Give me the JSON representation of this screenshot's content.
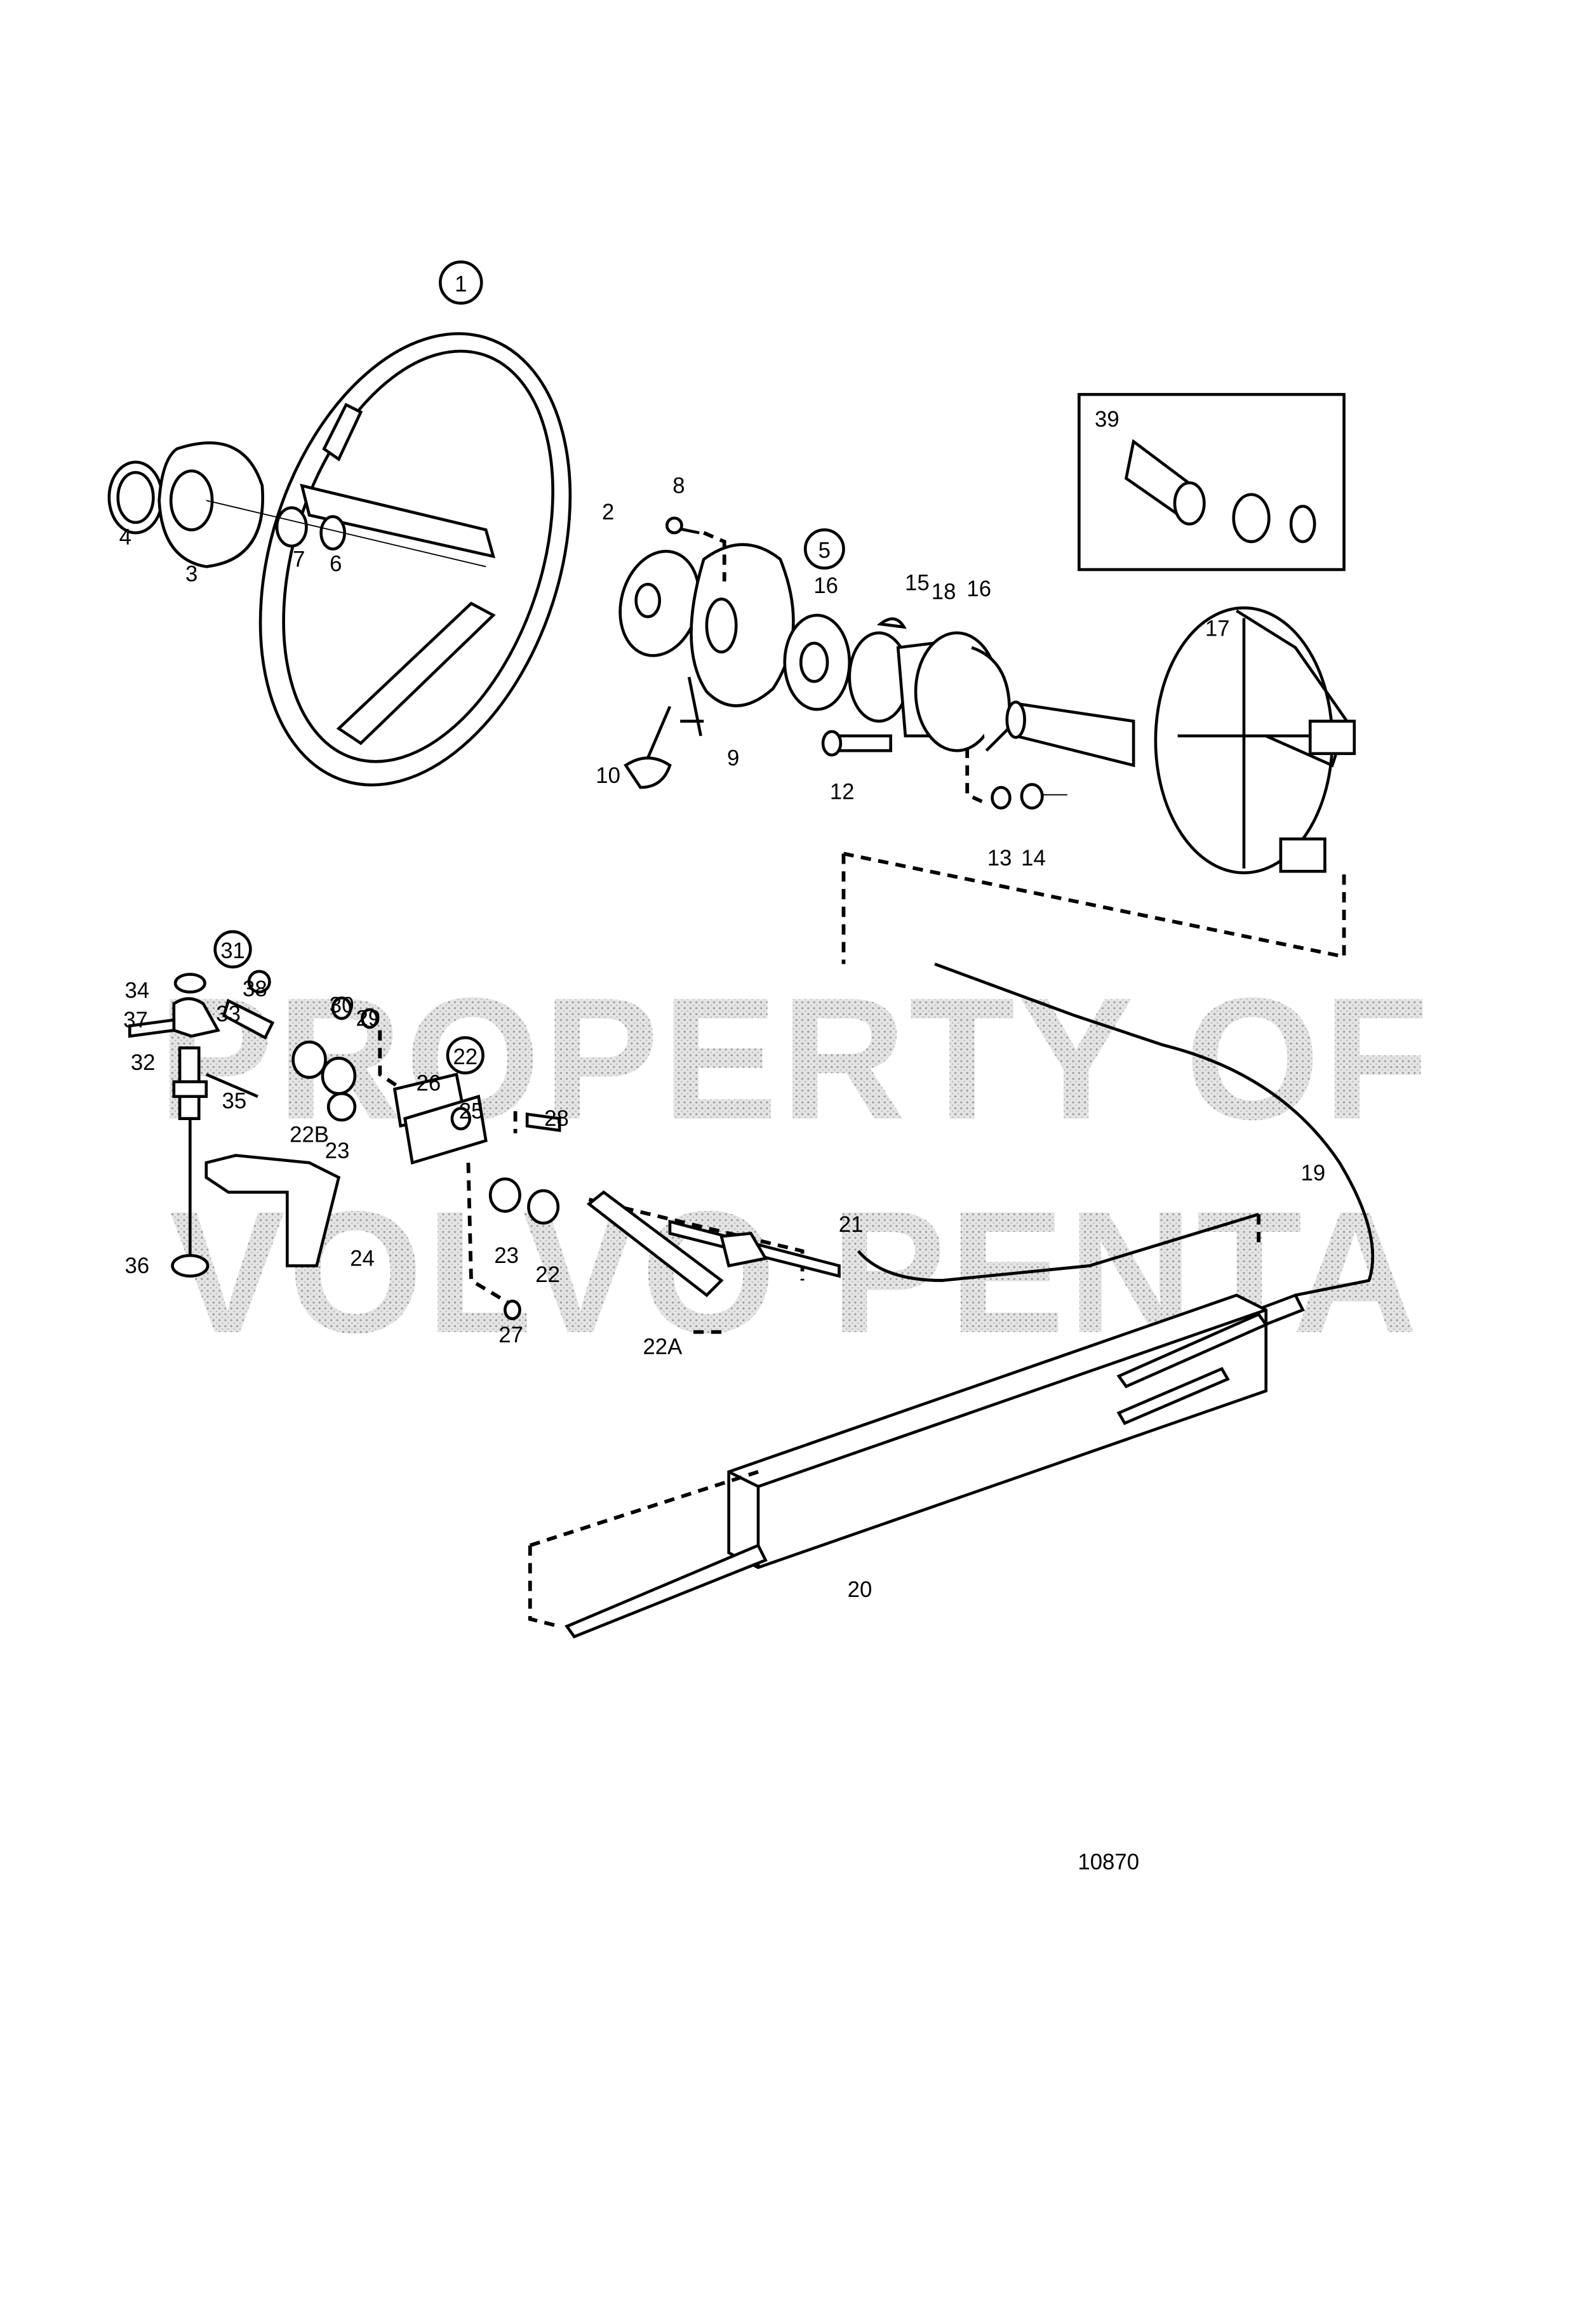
{
  "diagram": {
    "figure_number": "10870",
    "watermark": [
      "PROPERTY OF",
      "VOLVO PENTA"
    ],
    "callouts_circled": [
      "1",
      "5",
      "31",
      "22"
    ],
    "inset_label": "39",
    "labels": {
      "l4": "4",
      "l3": "3",
      "l7": "7",
      "l6": "6",
      "l2": "2",
      "l8": "8",
      "l16a": "16",
      "l15": "15",
      "l18": "18",
      "l16b": "16",
      "l17": "17",
      "l9": "9",
      "l10": "10",
      "l12": "12",
      "l13": "13",
      "l14": "14",
      "l34": "34",
      "l38": "38",
      "l37": "37",
      "l33": "33",
      "l30": "30",
      "l29": "29",
      "l32": "32",
      "l26": "26",
      "l25": "25",
      "l28": "28",
      "l35": "35",
      "l22B": "22B",
      "l23a": "23",
      "l23b": "23",
      "l22": "22",
      "l24": "24",
      "l36": "36",
      "l27": "27",
      "l22A": "22A",
      "l21": "21",
      "l19": "19",
      "l20": "20"
    }
  }
}
